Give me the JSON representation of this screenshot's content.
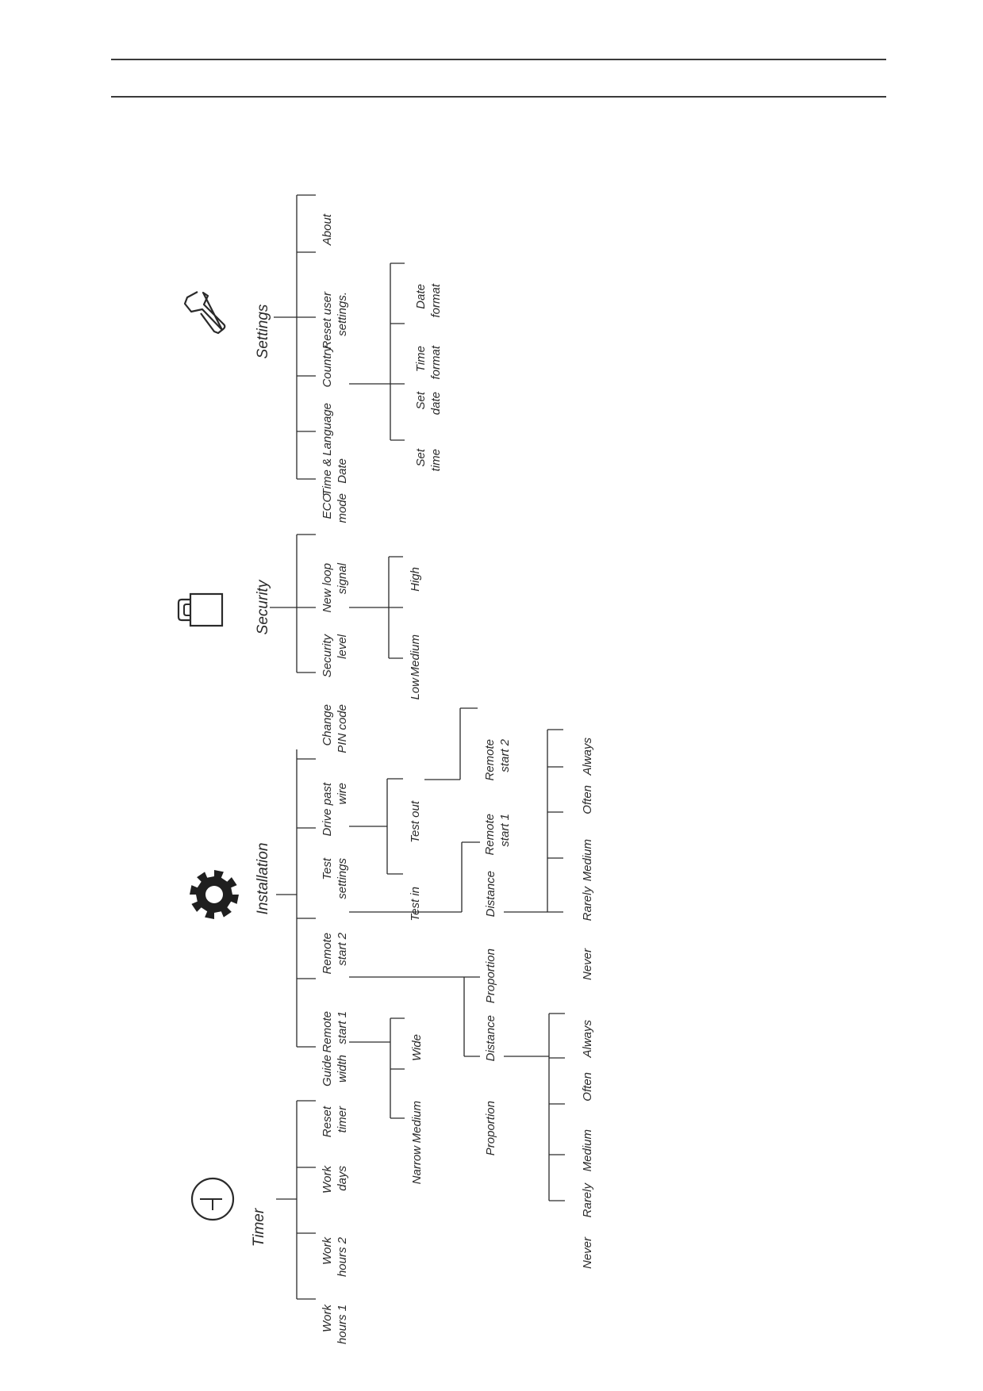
{
  "menu": {
    "timer": {
      "title": "Timer",
      "items": [
        [
          "Work",
          "hours 1"
        ],
        [
          "Work",
          "hours 2"
        ],
        [
          "Work",
          "days"
        ],
        [
          "Reset",
          "timer"
        ]
      ]
    },
    "installation": {
      "title": "Installation",
      "items": [
        [
          "Guide",
          "width"
        ],
        [
          "Remote",
          "start 1"
        ],
        [
          "Remote",
          "start 2"
        ],
        [
          "Test",
          "settings"
        ],
        [
          "Drive past",
          "wire"
        ]
      ],
      "guide_width_options": [
        "Narrow",
        "Medium",
        "Wide"
      ],
      "remote_start_1_options": [
        "Proportion",
        "Distance"
      ],
      "remote_start_1_proportion_options": [
        "Never",
        "Rarely",
        "Medium",
        "Often",
        "Always"
      ],
      "remote_start_2_options": [
        "Proportion",
        "Distance"
      ],
      "remote_start_2_proportion_options": [
        "Never",
        "Rarely",
        "Medium",
        "Often",
        "Always"
      ],
      "test_settings_options": [
        "Test in",
        "Test out"
      ],
      "test_out_options": [
        [
          "Remote",
          "start 1"
        ],
        [
          "Remote",
          "start 2"
        ]
      ]
    },
    "security": {
      "title": "Security",
      "items": [
        [
          "Change",
          "PIN code"
        ],
        [
          "Security",
          "level"
        ],
        [
          "New loop",
          "signal"
        ]
      ],
      "security_level_options": [
        "Low",
        "Medium",
        "High"
      ]
    },
    "settings": {
      "title": "Settings",
      "items": [
        [
          "ECO",
          "mode"
        ],
        [
          "Time &",
          "Date"
        ],
        [
          "Language"
        ],
        [
          "Country"
        ],
        [
          "Reset user",
          "settings."
        ],
        [
          "About"
        ]
      ],
      "time_date_options": [
        [
          "Set",
          "time"
        ],
        [
          "Set",
          "date"
        ],
        [
          "Time",
          "format"
        ],
        [
          "Date",
          "format"
        ]
      ]
    }
  },
  "icons": {
    "timer": "clock-icon",
    "installation": "gear-icon",
    "security": "padlock-icon",
    "settings": "wrench-icon"
  }
}
